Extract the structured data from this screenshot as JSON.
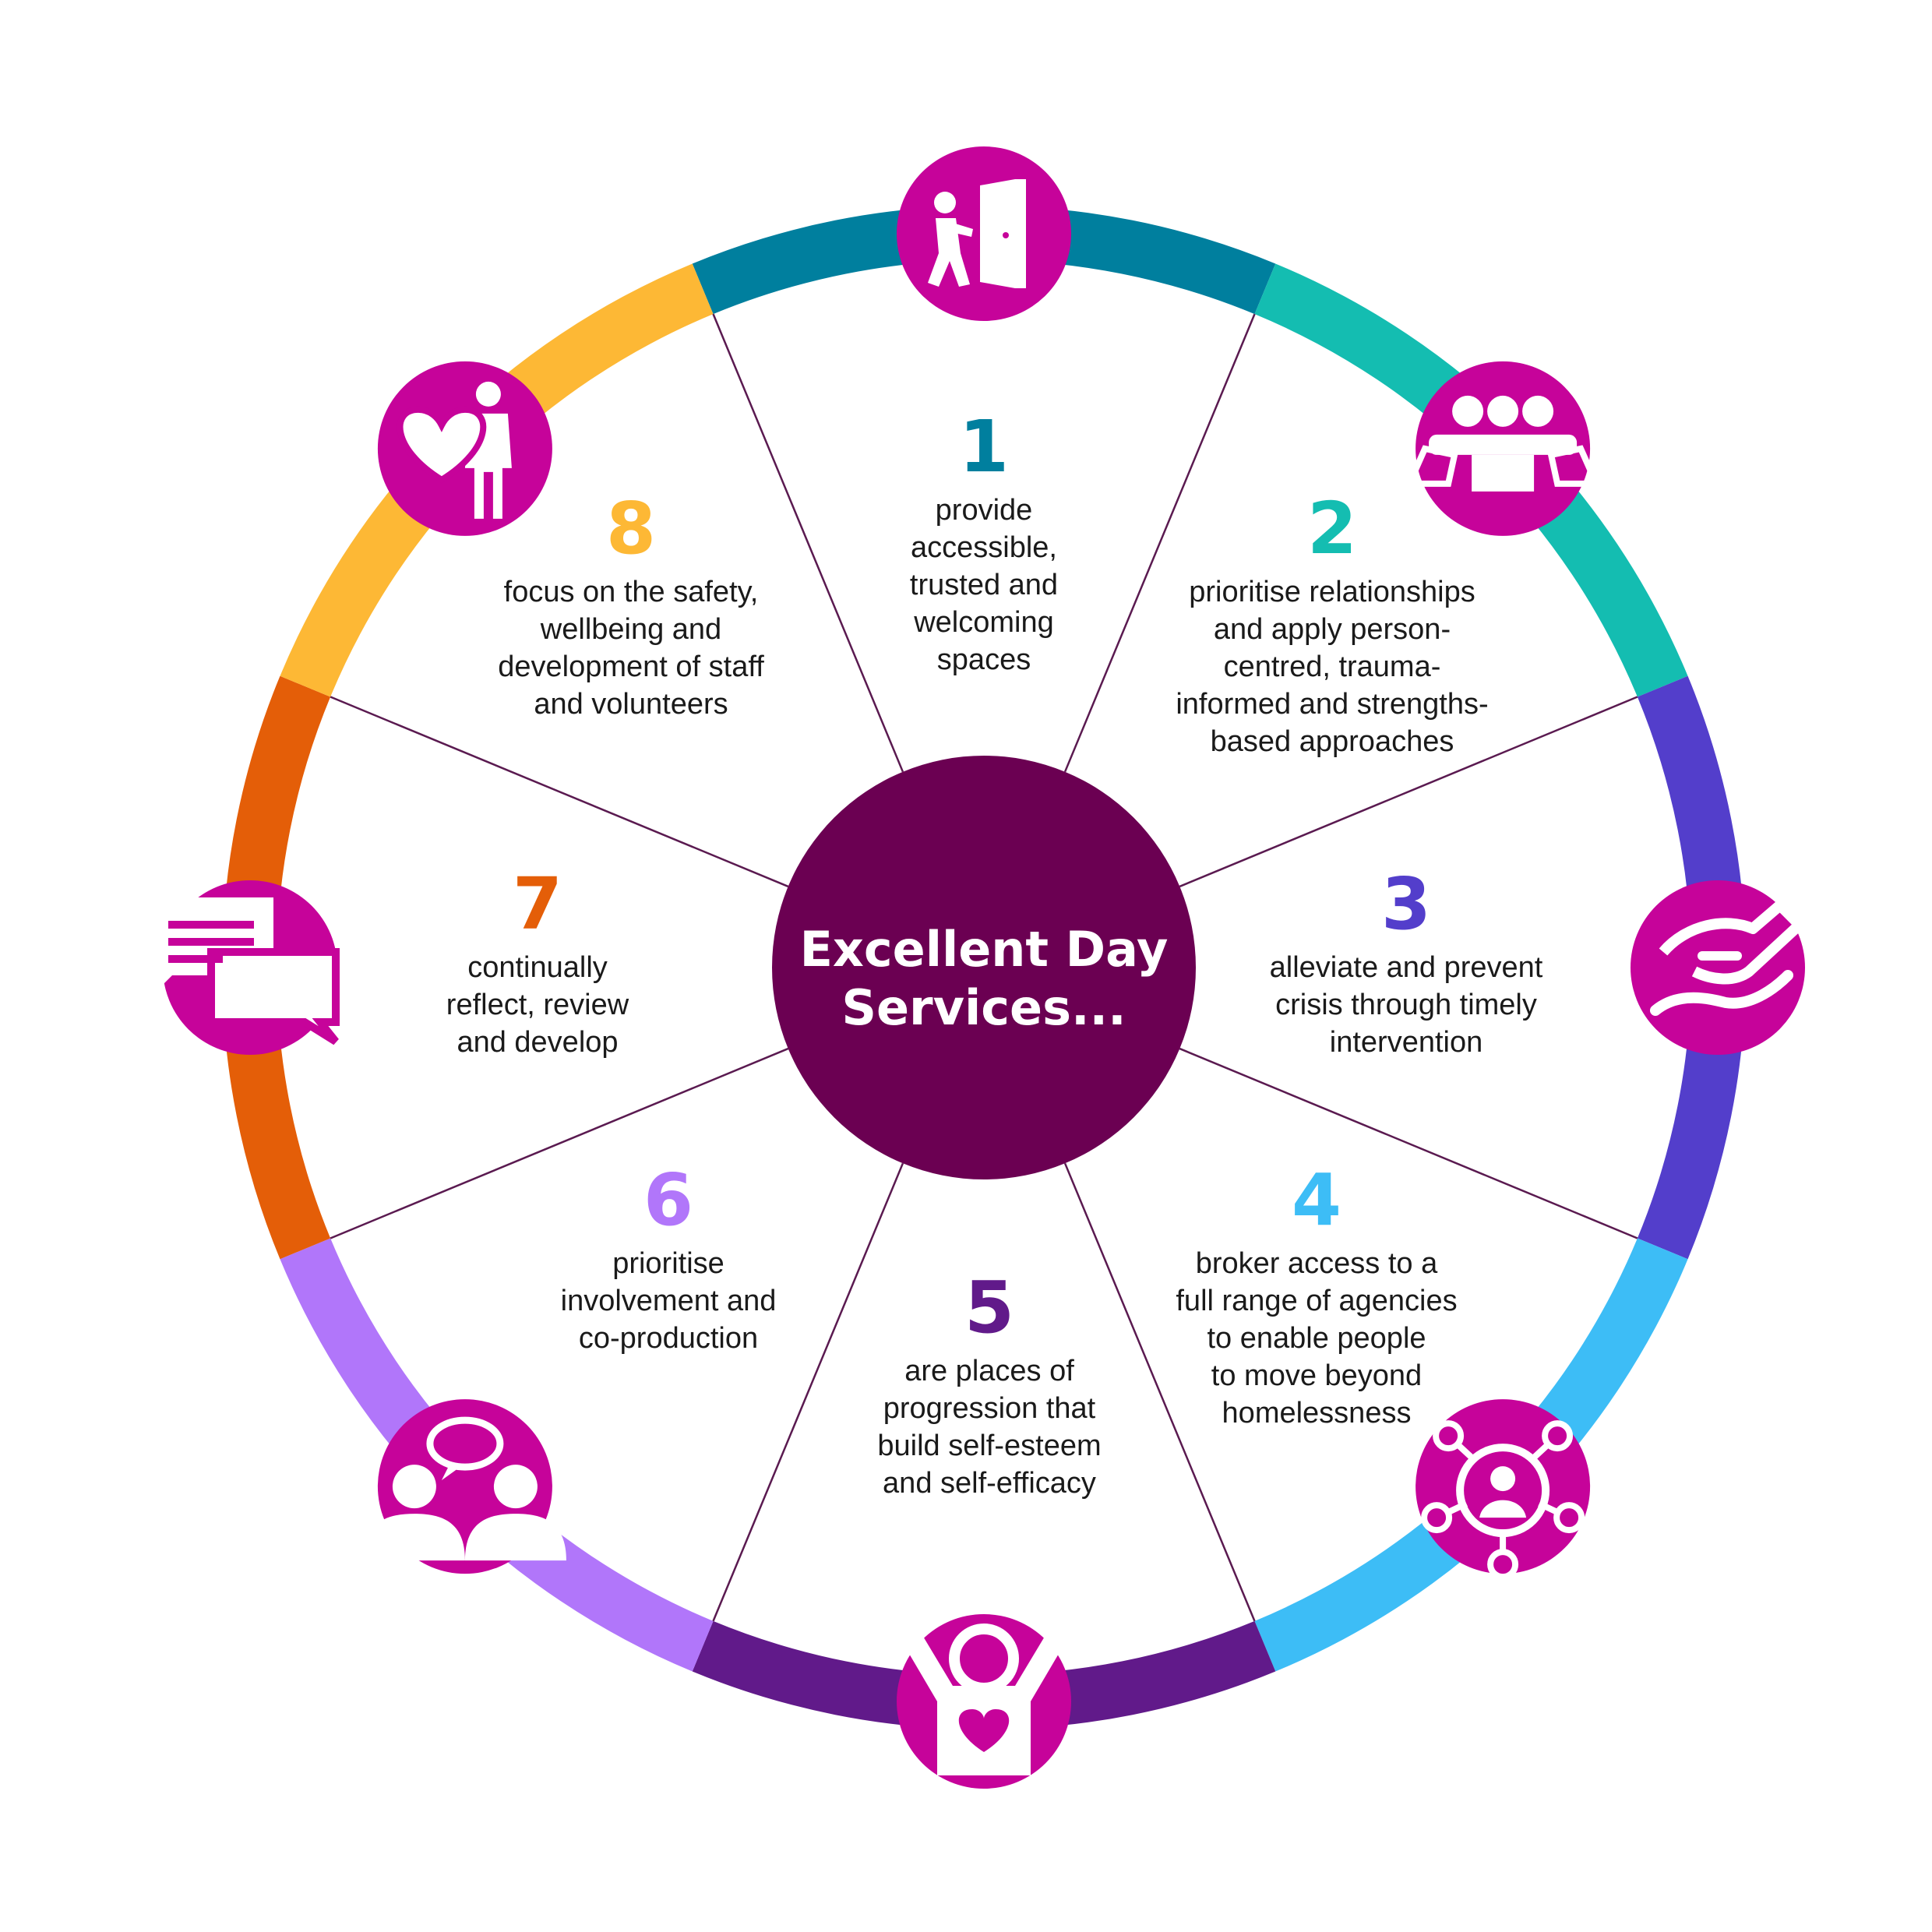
{
  "center": {
    "lines": [
      "Excellent Day",
      "Services..."
    ]
  },
  "colors": {
    "icon_circle": "#C6039A",
    "center_circle": "#6B0052",
    "spoke": "#5A1A50"
  },
  "segments": [
    {
      "number": "1",
      "color": "#007F9E",
      "icon": "person-entering-door-icon",
      "lines": [
        "provide",
        "accessible,",
        "trusted and",
        "welcoming",
        "spaces"
      ]
    },
    {
      "number": "2",
      "color": "#14BDB1",
      "icon": "group-of-people-icon",
      "lines": [
        "prioritise relationships",
        "and apply person-",
        "centred, trauma-",
        "informed and strengths-",
        "based approaches"
      ]
    },
    {
      "number": "3",
      "color": "#533ECB",
      "icon": "helping-hands-icon",
      "lines": [
        "alleviate and prevent",
        "crisis through timely",
        "intervention"
      ]
    },
    {
      "number": "4",
      "color": "#3DBDF6",
      "icon": "network-person-icon",
      "lines": [
        "broker access to a",
        "full range of agencies",
        "to enable people",
        "to move beyond",
        "homelessness"
      ]
    },
    {
      "number": "5",
      "color": "#611A8A",
      "icon": "celebrating-person-heart-icon",
      "lines": [
        "are places of",
        "progression that",
        "build self-esteem",
        "and self-efficacy"
      ]
    },
    {
      "number": "6",
      "color": "#B176FA",
      "icon": "two-people-conversation-icon",
      "lines": [
        "prioritise",
        "involvement and",
        "co-production"
      ]
    },
    {
      "number": "7",
      "color": "#E45E08",
      "icon": "chat-bubbles-icon",
      "lines": [
        "continually",
        "reflect, review",
        "and develop"
      ]
    },
    {
      "number": "8",
      "color": "#FDB835",
      "icon": "person-with-heart-icon",
      "lines": [
        "focus on the safety,",
        "wellbeing and",
        "development of staff",
        "and volunteers"
      ]
    }
  ]
}
